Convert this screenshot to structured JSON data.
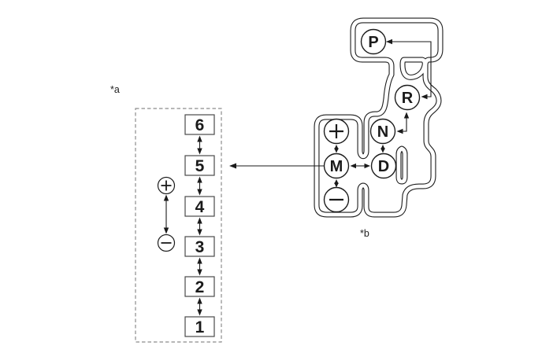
{
  "figure": {
    "labels": {
      "left_panel": "*a",
      "gate_panel": "*b"
    },
    "left_panel": {
      "gears": [
        "6",
        "5",
        "4",
        "3",
        "2",
        "1"
      ],
      "plus_label": "+",
      "minus_label": "−"
    },
    "gate_positions": {
      "park": "P",
      "reverse": "R",
      "neutral": "N",
      "drive": "D",
      "manual": "M",
      "plus_label": "+",
      "minus_label": "−"
    },
    "colors": {
      "line": "#1c1c1c",
      "box_border": "#4a4a4a",
      "dashed_border": "#8c8c8c",
      "background": "#ffffff"
    }
  }
}
